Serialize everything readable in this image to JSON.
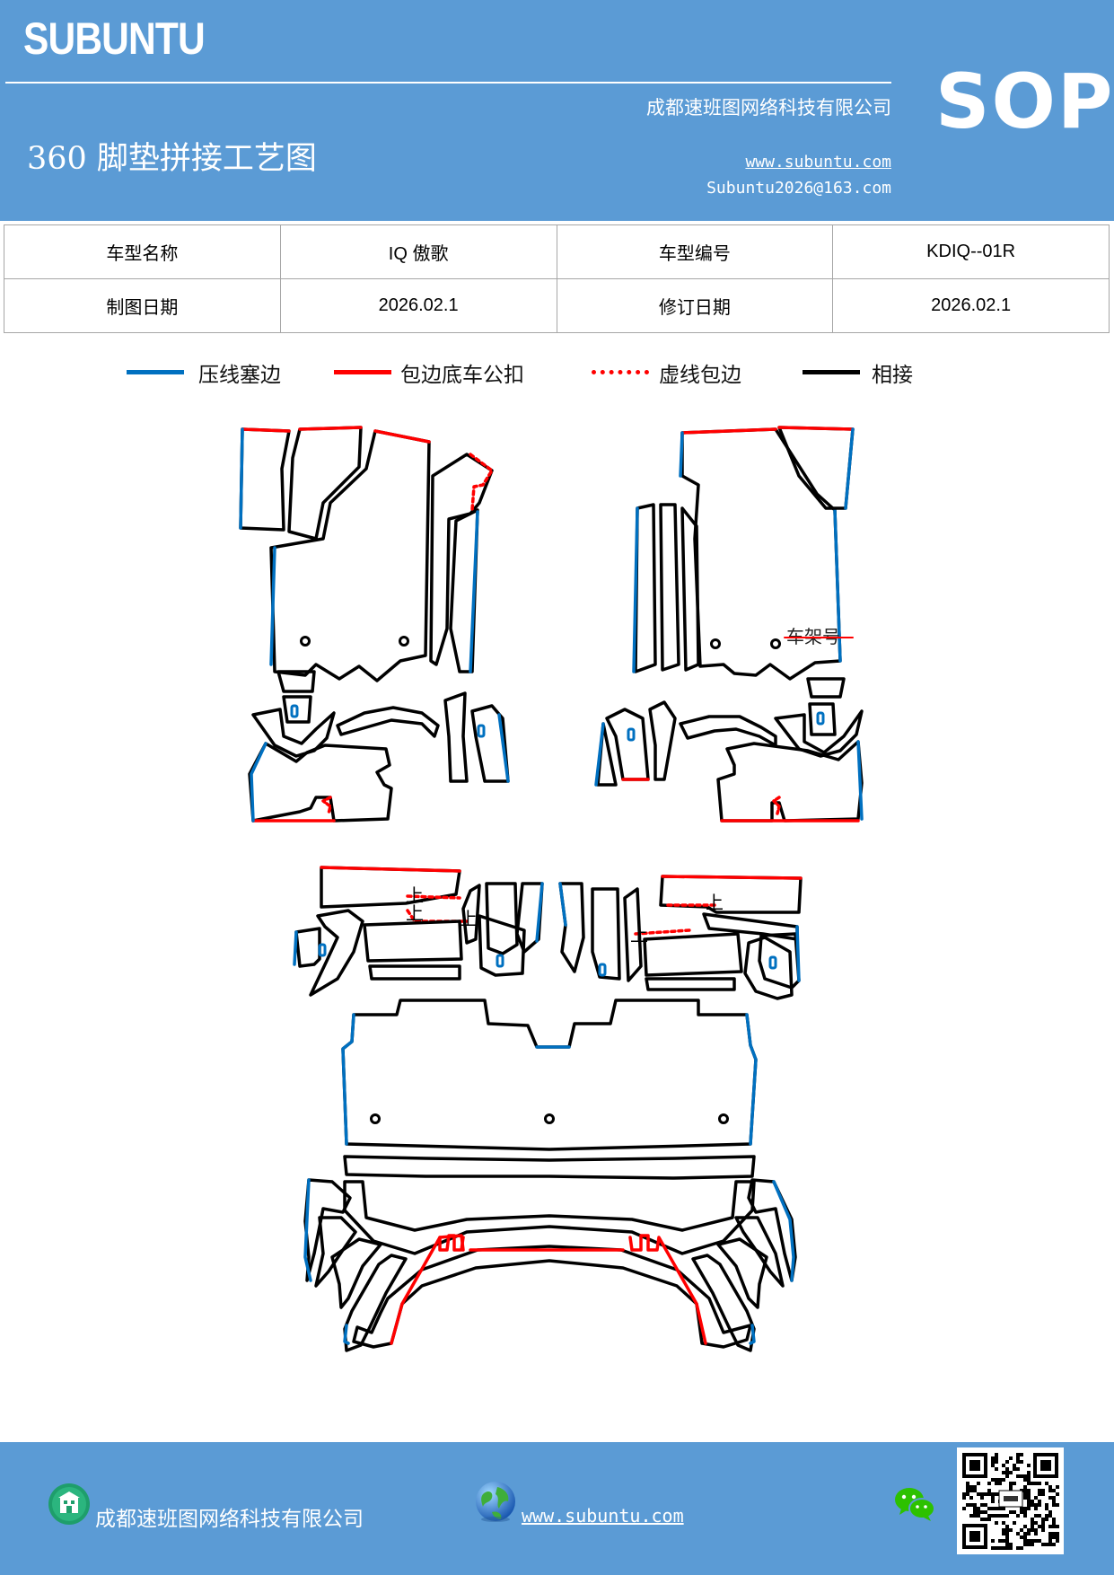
{
  "header": {
    "brand": "SUBUNTU",
    "company": "成都速班图网络科技有限公司",
    "title": "360 脚垫拼接工艺图",
    "website": "www.subuntu.com",
    "email": "Subuntu2026@163.com",
    "badge": "SOP"
  },
  "info_table": {
    "model_name_label": "车型名称",
    "model_name_value": "IQ 傲歌",
    "model_code_label": "车型编号",
    "model_code_value": "KDIQ--01R",
    "drawing_date_label": "制图日期",
    "drawing_date_value": "2026.02.1",
    "revision_date_label": "修订日期",
    "revision_date_value": "2026.02.1"
  },
  "legend": [
    {
      "label": "压线塞边",
      "color": "#0070c0",
      "style": "solid"
    },
    {
      "label": "包边底车公扣",
      "color": "#ff0000",
      "style": "solid"
    },
    {
      "label": "虚线包边",
      "color": "#ff0000",
      "style": "dotted"
    },
    {
      "label": "相接",
      "color": "#000000",
      "style": "solid"
    }
  ],
  "diagram": {
    "frame_label": "车架号",
    "up_marks": [
      "上",
      "上",
      "上",
      "上",
      "上"
    ]
  },
  "footer": {
    "company": "成都速班图网络科技有限公司",
    "website": "www.subuntu.com",
    "icons": [
      "building-icon",
      "globe-icon",
      "wechat-icon",
      "qr-code"
    ]
  }
}
